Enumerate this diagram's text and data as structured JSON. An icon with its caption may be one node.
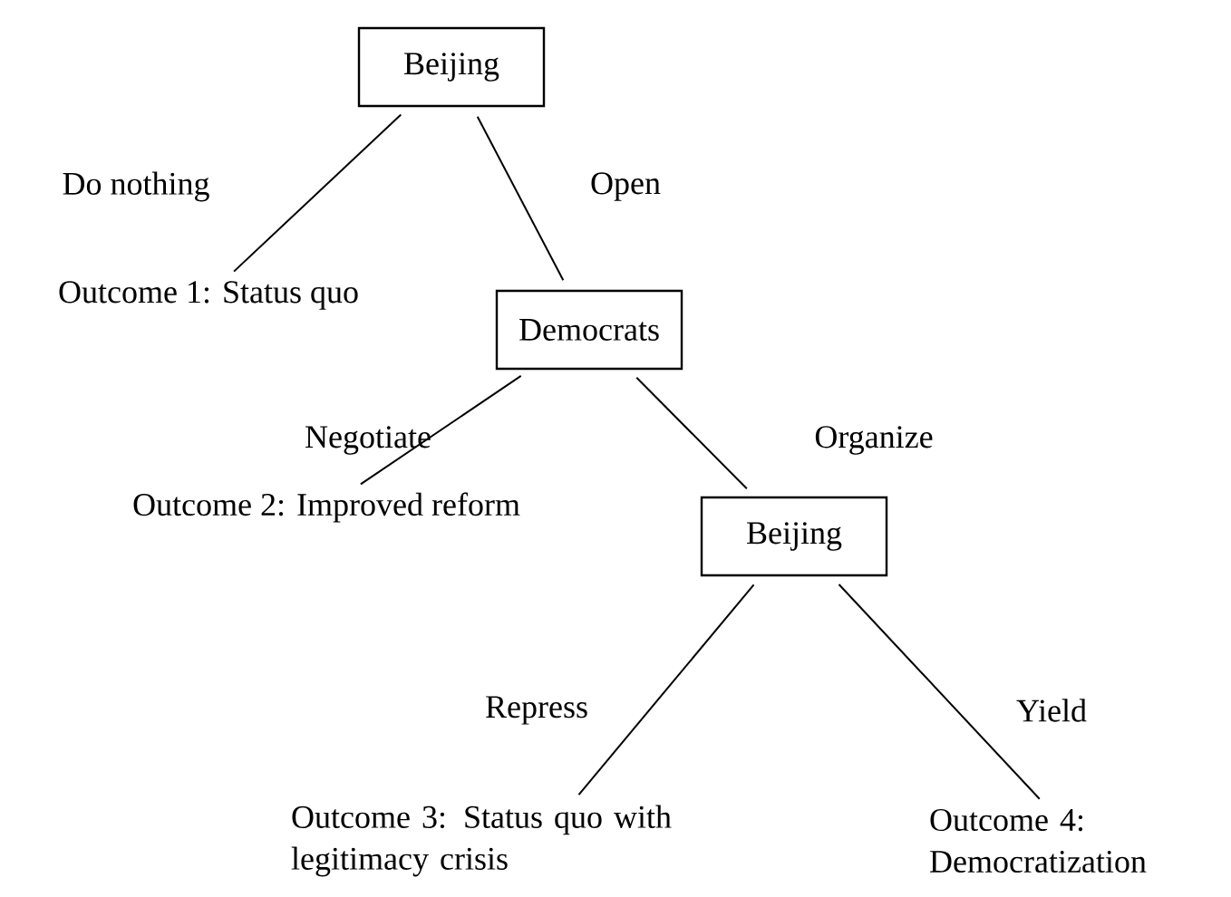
{
  "diagram": {
    "nodes": [
      {
        "text": [
          "Beijing"
        ]
      },
      {
        "text": [
          "Outcome 1: Status quo"
        ]
      },
      {
        "text": [
          "Democrats"
        ]
      },
      {
        "text": [
          "Outcome 2: Improved reform"
        ]
      },
      {
        "text": [
          "Beijing"
        ]
      },
      {
        "text": [
          "Outcome 3: Status quo with legitimacy crisis"
        ]
      },
      {
        "text": [
          "Outcome 4: Democratization"
        ]
      }
    ],
    "edges": [
      {
        "from": 0,
        "to": 1,
        "arrow": "none",
        "label": "Do nothing"
      },
      {
        "from": 0,
        "to": 2,
        "arrow": "none",
        "label": "Open"
      },
      {
        "from": 2,
        "to": 3,
        "arrow": "none",
        "label": "Negotiate"
      },
      {
        "from": 2,
        "to": 4,
        "arrow": "none",
        "label": "Organize"
      },
      {
        "from": 4,
        "to": 5,
        "arrow": "none",
        "label": "Repress"
      },
      {
        "from": 4,
        "to": 6,
        "arrow": "none",
        "label": "Yield"
      }
    ]
  }
}
